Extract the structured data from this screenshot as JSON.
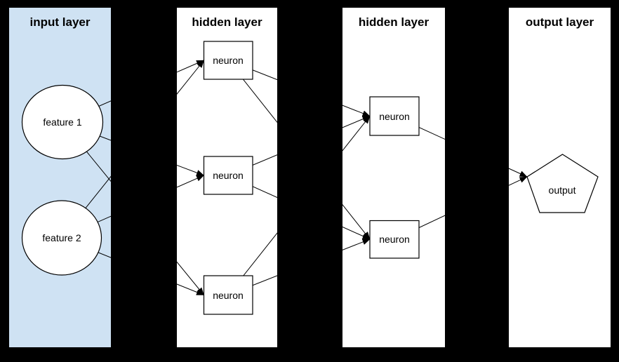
{
  "canvas": {
    "background": "#000000",
    "connector_color": "#000000",
    "node_fill": "#ffffff",
    "node_stroke": "#000000"
  },
  "panels": [
    {
      "title": "input layer",
      "fill": "#cfe2f3"
    },
    {
      "title": "hidden layer",
      "fill": "#ffffff"
    },
    {
      "title": "hidden layer",
      "fill": "#ffffff"
    },
    {
      "title": "output layer",
      "fill": "#ffffff"
    }
  ],
  "nodes": {
    "feature1": {
      "label": "feature 1",
      "shape": "circle"
    },
    "feature2": {
      "label": "feature 2",
      "shape": "circle"
    },
    "h1n1": {
      "label": "neuron",
      "shape": "rectangle"
    },
    "h1n2": {
      "label": "neuron",
      "shape": "rectangle"
    },
    "h1n3": {
      "label": "neuron",
      "shape": "rectangle"
    },
    "h2n1": {
      "label": "neuron",
      "shape": "rectangle"
    },
    "h2n2": {
      "label": "neuron",
      "shape": "rectangle"
    },
    "output": {
      "label": "output",
      "shape": "pentagon"
    }
  }
}
